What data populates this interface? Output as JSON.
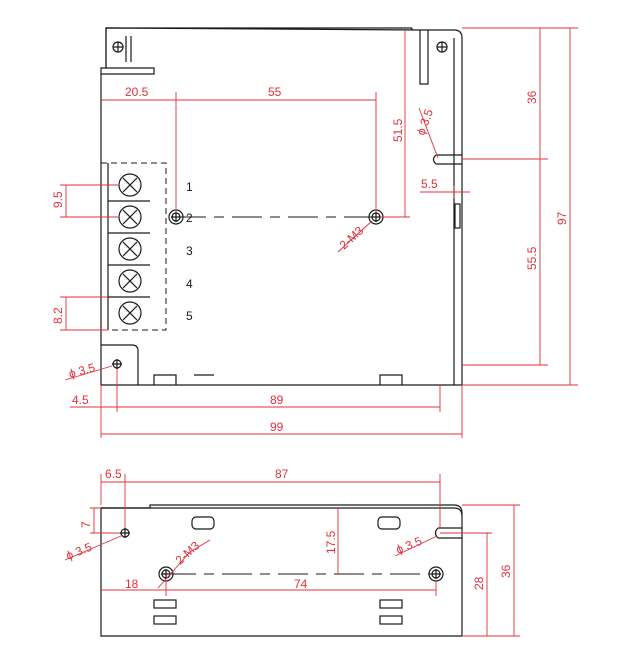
{
  "colors": {
    "dimension": "#e0313c",
    "outline": "#1a1a1a"
  },
  "top_view": {
    "terminal_numbers": [
      "1",
      "2",
      "3",
      "4",
      "5"
    ],
    "dims": {
      "d_20_5": "20.5",
      "d_55": "55",
      "d_51_5": "51.5",
      "d_36": "36",
      "d_97": "97",
      "d_5_5": "5.5",
      "d_55_5": "55.5",
      "d_9_5": "9.5",
      "d_8_2": "8.2",
      "d_4_5": "4.5",
      "d_89": "89",
      "d_99": "99"
    },
    "hole_right": "ϕ 3.5",
    "hole_left": "ϕ 3.5",
    "screw_label": "2-M3"
  },
  "side_view": {
    "dims": {
      "d_6_5": "6.5",
      "d_87": "87",
      "d_7": "7",
      "d_17_5": "17.5",
      "d_18": "18",
      "d_74": "74",
      "d_28": "28",
      "d_36": "36"
    },
    "hole_left": "ϕ 3.5",
    "hole_right": "ϕ 3.5",
    "screw_label": "2-M3"
  }
}
